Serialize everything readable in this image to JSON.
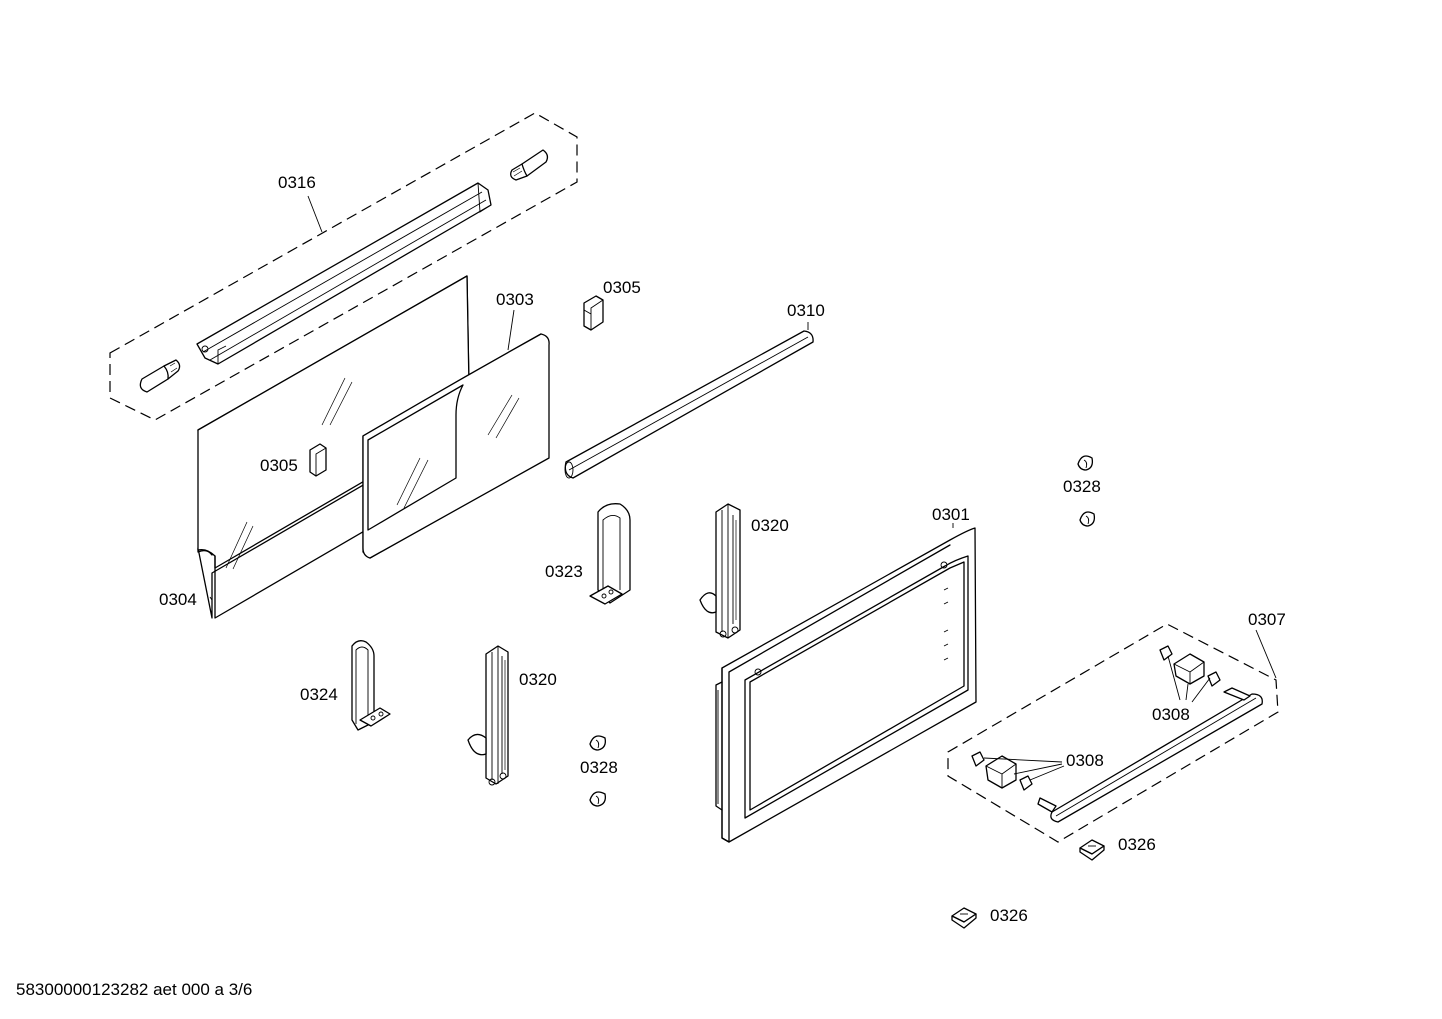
{
  "footer": {
    "document_code": "58300000123282 aet 000 a 3/6"
  },
  "labels": {
    "l0316": "0316",
    "l0303": "0303",
    "l0305a": "0305",
    "l0305b": "0305",
    "l0310": "0310",
    "l0304": "0304",
    "l0328a": "0328",
    "l0328b": "0328",
    "l0301": "0301",
    "l0320a": "0320",
    "l0320b": "0320",
    "l0323": "0323",
    "l0324": "0324",
    "l0307": "0307",
    "l0308a": "0308",
    "l0308b": "0308",
    "l0326a": "0326",
    "l0326b": "0326"
  }
}
